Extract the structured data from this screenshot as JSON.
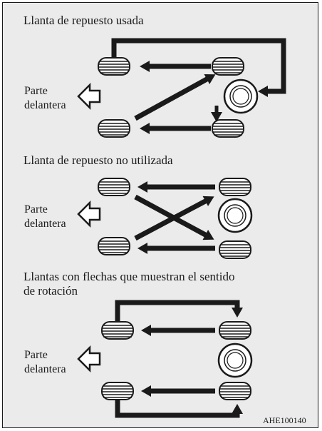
{
  "sections": [
    {
      "title": "Llanta de repuesto usada",
      "side_label_line1": "Parte",
      "side_label_line2": "delantera"
    },
    {
      "title": "Llanta de repuesto no utilizada",
      "side_label_line1": "Parte",
      "side_label_line2": "delantera"
    },
    {
      "title_line1": "Llantas con flechas que muestran el sentido",
      "title_line2": "de rotación",
      "side_label_line1": "Parte",
      "side_label_line2": "delantera"
    }
  ],
  "figure_code": "AHE100140",
  "colors": {
    "background": "#ebebeb",
    "ink": "#1a1a1a",
    "tire_fill": "#ffffff"
  },
  "icons": [
    "tire-side-view-icon",
    "spare-tire-icon",
    "front-direction-arrow-icon"
  ]
}
